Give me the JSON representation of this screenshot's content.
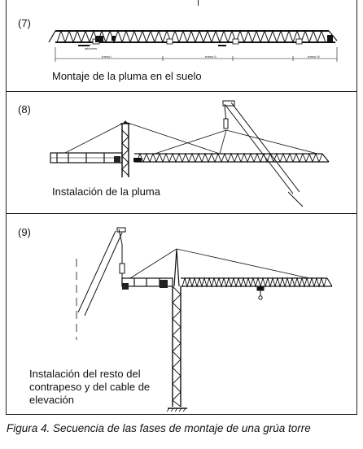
{
  "panels": [
    {
      "number": "(7)",
      "label": "Montaje de la pluma en el suelo"
    },
    {
      "number": "(8)",
      "label": "Instalación de la pluma"
    },
    {
      "number": "(9)",
      "label_lines": [
        "Instalación del resto del",
        "contrapeso y del cable de",
        "elevación"
      ]
    }
  ],
  "diagram_texts": {
    "tablones": "tablones",
    "tramo_1": "tramo I",
    "tramo_2": "tramo II",
    "tramo_3": "tramo III"
  },
  "caption": "Figura 4. Secuencia de las fases de montaje de una grúa torre"
}
